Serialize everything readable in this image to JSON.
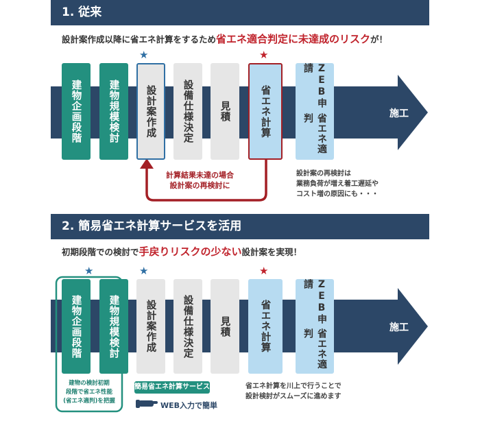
{
  "section1": {
    "title": "1. 従来",
    "intro_before": "設計案作成以降に省エネ計算をするため",
    "intro_emph": "省エネ適合判定に未達成のリスク",
    "intro_after": "が！",
    "steps": [
      "建物企画段階",
      "建物規模検討",
      "設計案作成",
      "設備仕様決定",
      "見積",
      "省エネ計算",
      "ZEB申請",
      "省エネ適判"
    ],
    "end_label": "施工",
    "loop_note_1": "計算結果未達の場合",
    "loop_note_2": "設計案の再検討に",
    "side_note": [
      "設計案の再検討は",
      "業務負荷が増え着工遅延や",
      "コスト増の原因にも・・・"
    ]
  },
  "section2": {
    "title": "2. 簡易省エネ計算サービスを活用",
    "intro_before": "初期段階での検討で",
    "intro_emph": "手戻りリスクの少ない",
    "intro_after": "設計案を実現！",
    "steps": [
      "建物企画段階",
      "建物規模検討",
      "設計案作成",
      "設備仕様決定",
      "見積",
      "省エネ計算",
      "ZEB申請",
      "省エネ適判"
    ],
    "end_label": "施工",
    "early_note": [
      "建物の検討初期",
      "段階で省エネ性能",
      "(省エネ適判)を把握"
    ],
    "service_label": "簡易省エネ計算サービス",
    "web_label": "WEB入力で簡単",
    "side_note": [
      "省エネ計算を川上で行うことで",
      "設計検討がスムーズに進めます"
    ]
  },
  "star_symbol": "★",
  "colors": {
    "header": "#2c4767",
    "teal": "#23907f",
    "light_blue": "#b7dbf1",
    "red": "#a31f25",
    "gray": "#e6e6e6"
  }
}
